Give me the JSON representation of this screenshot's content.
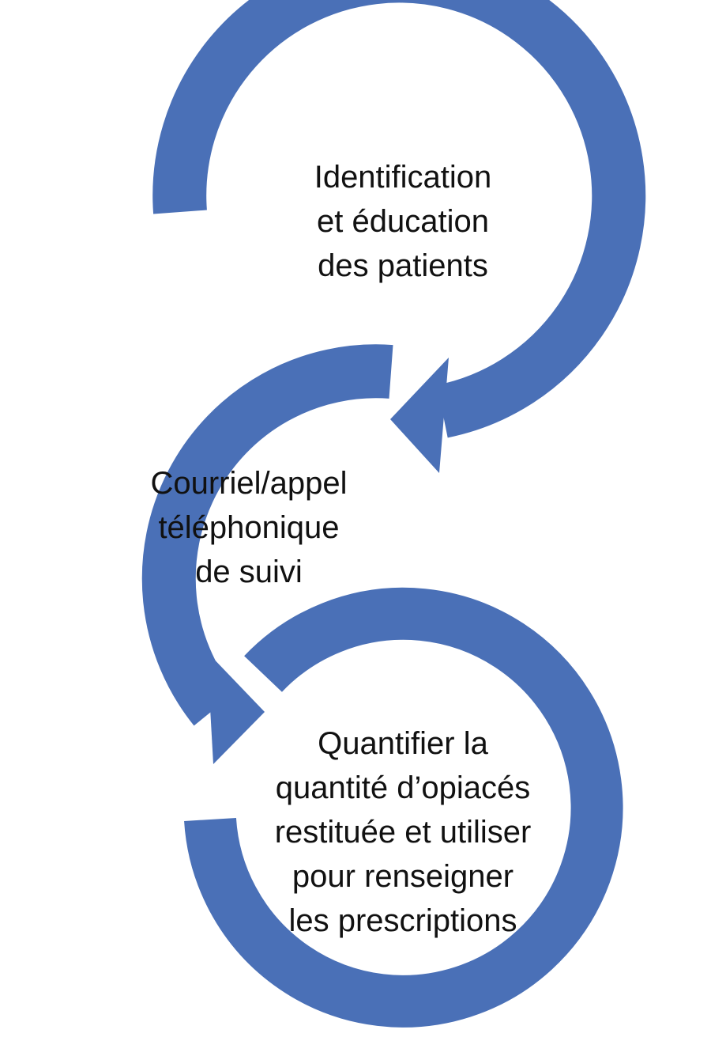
{
  "colors": {
    "arrow": "#4a70b7",
    "text": "#111111",
    "background": "#ffffff"
  },
  "steps": [
    {
      "lines": [
        "Identification",
        "et éducation",
        "des patients"
      ]
    },
    {
      "lines": [
        "Courriel/appel",
        "téléphonique",
        "de suivi"
      ]
    },
    {
      "lines": [
        "Quantifier la",
        "quantité d’opiacés",
        "restituée et utiliser",
        "pour renseigner",
        "les prescriptions"
      ]
    }
  ]
}
